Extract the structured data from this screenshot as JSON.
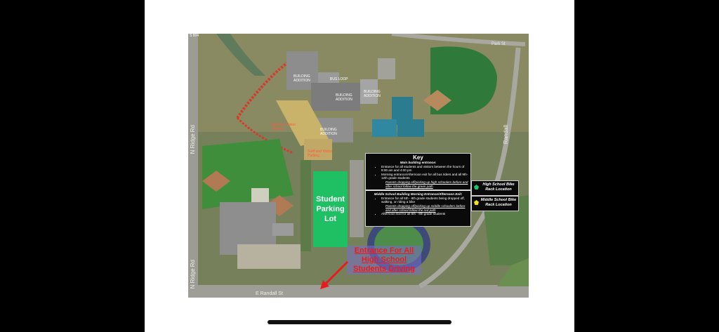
{
  "map": {
    "roads": {
      "west": "N Ridge Rd",
      "west_lower": "N Ridge Rd",
      "south": "E Randall St",
      "east": "Randall",
      "corner_sign": "S 804",
      "top_right": "Park St"
    },
    "zones": {
      "bus_loop": "BUS LOOP",
      "building_addition_1": "BUILDING ADDITION",
      "building_addition_2": "BUILDING ADDITION",
      "building_addition_3": "BUILDING ADDITION",
      "building_addition_4": "BUILDING ADDITION",
      "staff_parking_1": "Staff and Visitor Parking",
      "staff_parking_2": "Staff and Visitor Parking"
    },
    "student_lot": {
      "line1": "Student",
      "line2": "Parking",
      "line3": "Lot"
    },
    "key": {
      "title": "Key",
      "section1": "Main building entrance:",
      "s1_items": [
        "Entrance for all students and visitors between the hours of 8:00 am and 4:00 pm",
        "Morning entrance/Afternoon exit for all bus riders and all 9th-12th grade students"
      ],
      "s1_sub": "Parents dropping off/picking up high schoolers before and after school follow the green path",
      "section2": "Middle School Building Morning Entrance/Afternoon Exit:",
      "s2_items": [
        "Entrance for all 5th - 8th grade students being dropped off, walking, or riding a bike"
      ],
      "s2_sub": "Parents dropping off/picking up middle schoolers before and after school follow the red path",
      "s2_item2": "Afternoon Exit for all 5th - 8th grade students"
    },
    "bike_hs": "High School Bike Rack Location",
    "bike_ms": "Middle School Bike Rack Location",
    "callout": "Entrance For All High School Students Driving",
    "colors": {
      "lot_green": "#1fbf63",
      "star_green": "#22c46a",
      "star_yellow": "#f2e21a",
      "callout_red": "#e81c1c"
    }
  }
}
